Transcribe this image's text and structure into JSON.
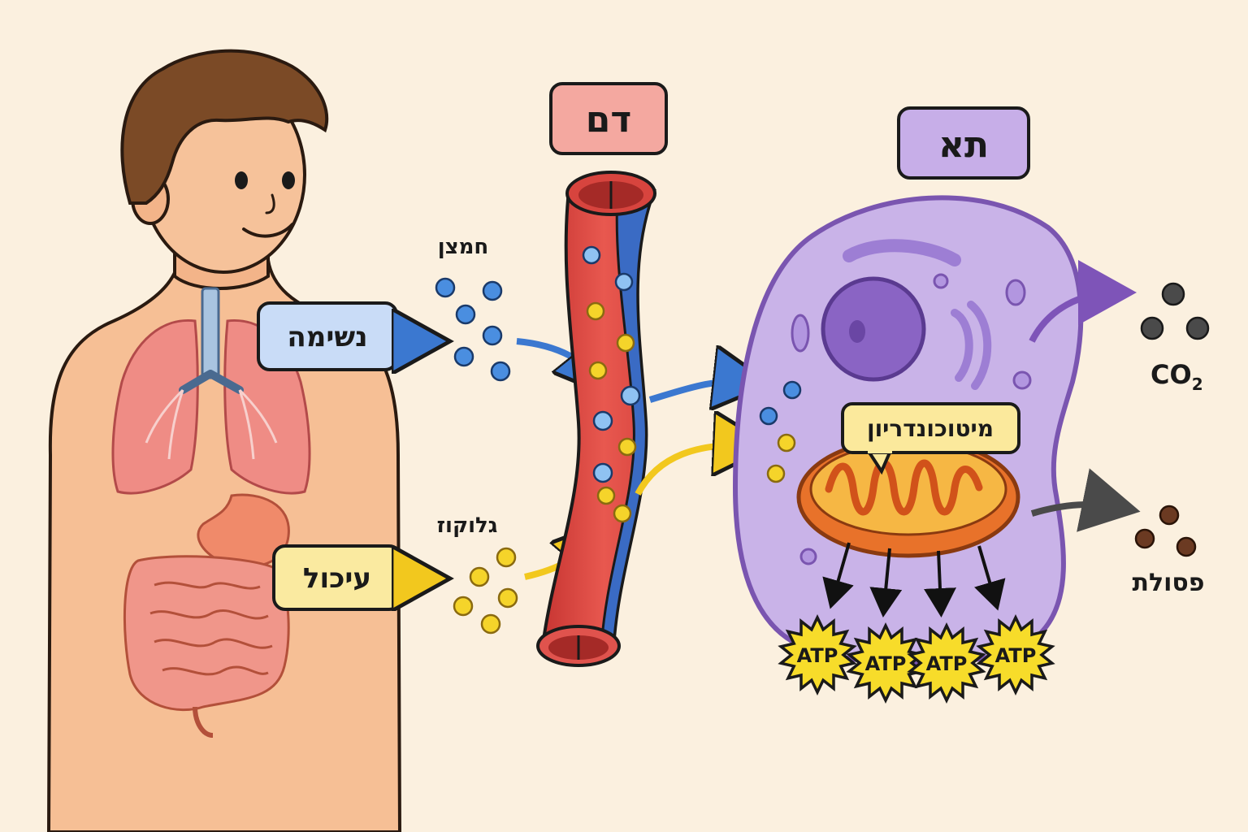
{
  "labels": {
    "blood": "דם",
    "cell": "תא",
    "breathing": "נשימה",
    "digestion": "עיכול",
    "oxygen": "חמצן",
    "glucose": "גלוקוז",
    "mitochondria": "מיטוכונדריון",
    "co2_main": "CO",
    "co2_sub": "2",
    "waste": "פסולת"
  },
  "atp": [
    "ATP",
    "ATP",
    "ATP",
    "ATP"
  ],
  "colors": {
    "background": "#fbf0df",
    "oxygen": "#3b82d6",
    "glucose": "#f2cc1d",
    "artery": "#d9413d",
    "vein": "#3462b8",
    "cell": "#c9b3e8",
    "mitochondria": "#f0a22e",
    "co2": "#4a4a4a",
    "waste": "#6b3a22"
  }
}
